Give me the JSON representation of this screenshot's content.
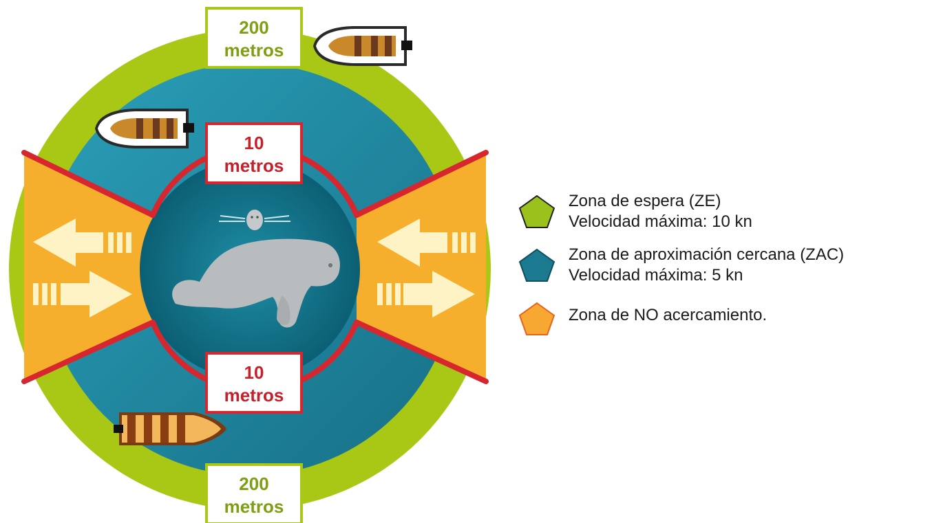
{
  "labels": {
    "outer_top": {
      "number": "200",
      "unit": "metros"
    },
    "inner_top": {
      "number": "10",
      "unit": "metros"
    },
    "inner_bottom": {
      "number": "10",
      "unit": "metros"
    },
    "outer_bottom": {
      "number": "200",
      "unit": "metros"
    }
  },
  "legend": [
    {
      "name": "Zona de espera (ZE)",
      "detail": "Velocidad máxima: 10 kn",
      "color": "#9bc11c",
      "icon": "green-pentagon-icon"
    },
    {
      "name": "Zona de aproximación cercana (ZAC)",
      "detail": "Velocidad máxima: 5 kn",
      "color": "#1b7a90",
      "icon": "teal-pentagon-icon"
    },
    {
      "name": "Zona de NO acercamiento.",
      "detail": "",
      "color": "#f7a833",
      "icon": "orange-pentagon-icon"
    }
  ],
  "colors": {
    "waiting_zone": "#a9c815",
    "approach_zone": "#1f8aa3",
    "no_approach_zone": "#f6ae2d",
    "inner_circle": "#0f6f85",
    "red_line": "#d7262e",
    "label_text_green": "#7e9f12",
    "label_text_red": "#c6202a"
  }
}
